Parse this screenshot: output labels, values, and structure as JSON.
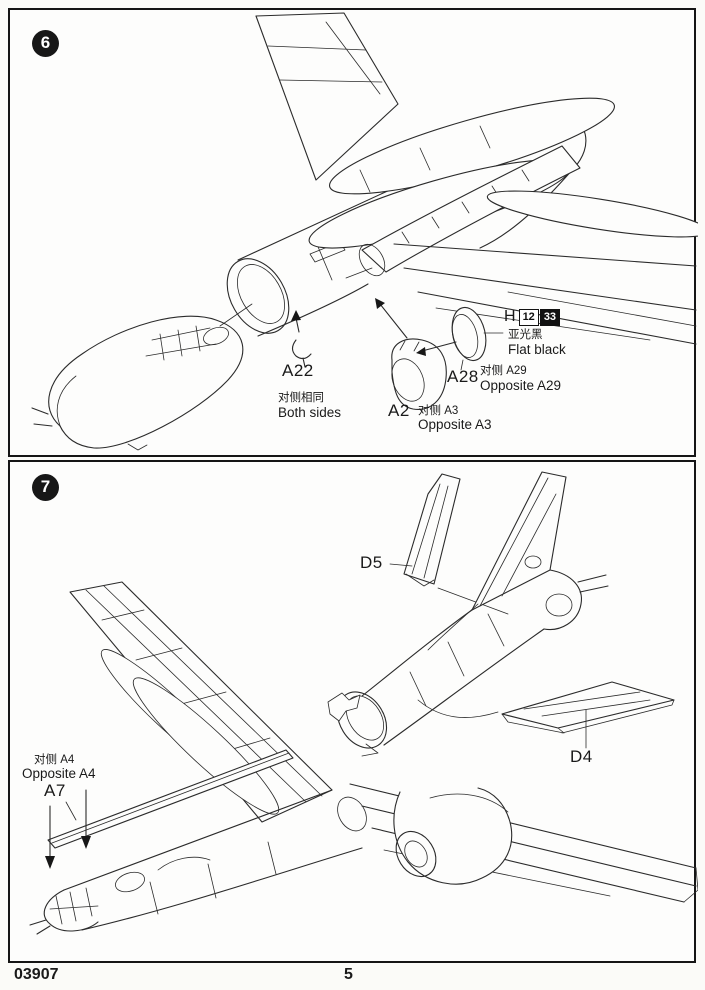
{
  "footer": {
    "code": "03907",
    "page": "5"
  },
  "steps": [
    {
      "number": "6",
      "labels": {
        "a22": "A22",
        "a22_note_cn": "对侧相同",
        "a22_note_en": "Both sides",
        "a2": "A2",
        "a2_note_cn": "对侧  A3",
        "a2_note_en": "Opposite A3",
        "a28": "A28",
        "a28_note_cn": "对侧  A29",
        "a28_note_en": "Opposite A29"
      },
      "paint": {
        "prefix": "H",
        "chip_left": "12",
        "chip_right": "33",
        "name_cn": "亚光黑",
        "name_en": "Flat black",
        "color": "#000000"
      }
    },
    {
      "number": "7",
      "labels": {
        "d5": "D5",
        "d4": "D4",
        "a7": "A7",
        "a7_note_cn": "对侧  A4",
        "a7_note_en": "Opposite A4"
      }
    }
  ]
}
